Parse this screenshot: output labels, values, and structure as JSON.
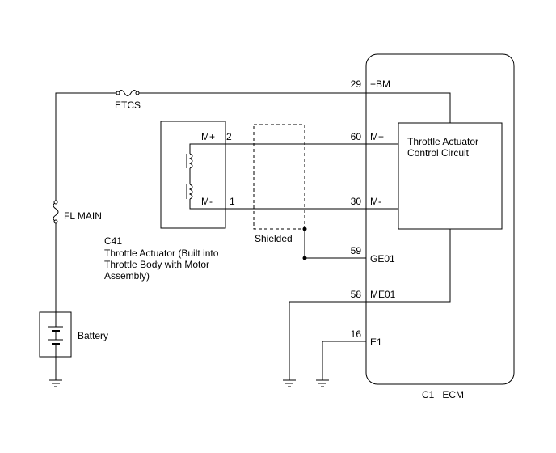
{
  "fuses": {
    "etcs": "ETCS",
    "fl_main": "FL MAIN"
  },
  "battery": {
    "label": "Battery"
  },
  "actuator": {
    "connector": "C41",
    "description_lines": [
      "Throttle Actuator (Built into",
      "Throttle Body with Motor",
      "Assembly)"
    ],
    "pins": [
      {
        "name": "M+",
        "number": "2"
      },
      {
        "name": "M-",
        "number": "1"
      }
    ]
  },
  "shield": {
    "label": "Shielded"
  },
  "ecm": {
    "label": "C1   ECM",
    "circuit_lines": [
      "Throttle Actuator",
      "Control Circuit"
    ],
    "pins": [
      {
        "number": "29",
        "name": "+BM"
      },
      {
        "number": "60",
        "name": "M+"
      },
      {
        "number": "30",
        "name": "M-"
      },
      {
        "number": "59",
        "name": "GE01"
      },
      {
        "number": "58",
        "name": "ME01"
      },
      {
        "number": "16",
        "name": "E1"
      }
    ]
  }
}
